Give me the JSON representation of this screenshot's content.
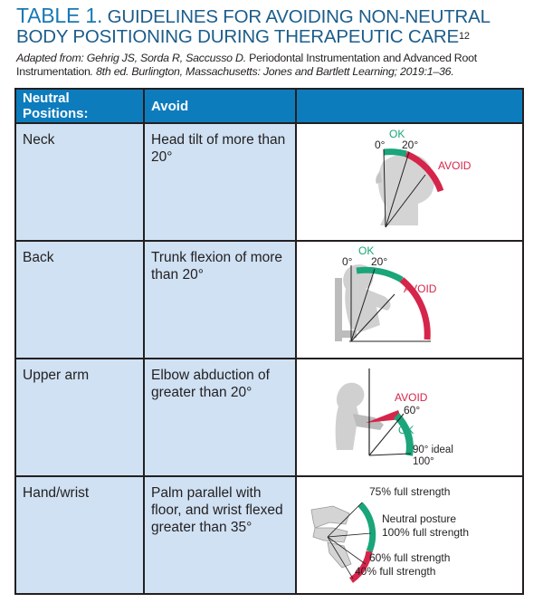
{
  "title": {
    "lead": "TABLE 1.",
    "rest": " GUIDELINES FOR AVOIDING NON-NEUTRAL BODY POSITIONING DURING THERAPEUTIC CARE",
    "sup": "12"
  },
  "subtitle": {
    "part1": "Adapted from: Gehrig JS, Sorda R, Saccusso D. ",
    "part2": "Periodontal Instrumentation and Advanced Root Instrumentation",
    "part3": ". 8th ed. Burlington, Massachusetts: Jones and Bartlett Learning; 2019:1–36."
  },
  "table": {
    "headers": [
      "Neutral Positions:",
      "Avoid",
      ""
    ],
    "rows": [
      {
        "position": "Neck",
        "avoid": "Head tilt of more than 20°",
        "figure": {
          "ok": "OK",
          "zero": "0°",
          "twenty": "20°",
          "avoid": "AVOID"
        }
      },
      {
        "position": "Back",
        "avoid": "Trunk flexion of more than 20°",
        "figure": {
          "ok": "OK",
          "zero": "0°",
          "twenty": "20°",
          "avoid": "AVOID"
        }
      },
      {
        "position": "Upper arm",
        "avoid": "Elbow abduction of greater than 20°",
        "figure": {
          "avoid": "AVOID",
          "sixty": "60°",
          "ok": "OK",
          "ninety": "90° ideal",
          "hundred": "100°"
        }
      },
      {
        "position": "Hand/wrist",
        "avoid": "Palm parallel with floor, and wrist flexed greater than 35°",
        "figure": {
          "s75": "75% full strength",
          "neutral1": "Neutral posture",
          "neutral2": "100% full strength",
          "s60": "60% full strength",
          "s40": "40% full strength"
        }
      }
    ]
  },
  "colors": {
    "header_bg": "#0d7cbd",
    "label_bg": "#cfe1f3",
    "ok_green": "#1aa57a",
    "avoid_red": "#d6254a",
    "title_blue": "#1878b4"
  }
}
